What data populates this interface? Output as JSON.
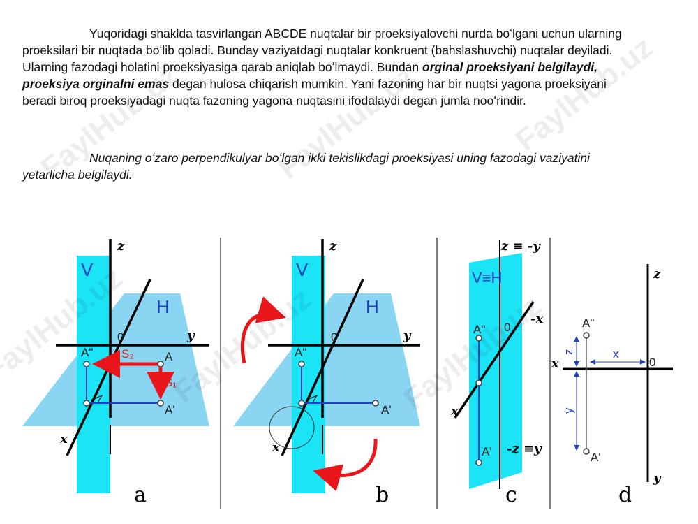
{
  "text": {
    "p1_lead": "Yuqoridagi shaklda tasvirlangan ABCDE nuqtalar bir proeksiyalovchi nurda boʻlgani uchun ularning proeksilari bir nuqtada boʻlib qoladi. Bunday vaziyatdagi nuqtalar konkruent (bahslashuvchi) nuqtalar deyiladi.  Ularning fazodagi holatini proeksiyasiga qarab aniqlab boʻlmaydi. Bundan ",
    "p1_bold": "orginal proeksiyani belgilaydi, proeksiya orginalni emas",
    "p1_tail": " degan hulosa chiqarish mumkin. Yani fazoning har bir nuqtsi yagona proeksiyani beradi biroq proeksiyadagi nuqta fazoning yagona nuqtasini ifodalaydi degan jumla nooʻrindir.",
    "p2": "Nuqaning oʻzaro perpendikulyar boʻlgan ikki tekislikdagi proeksiyasi uning fazodagi vaziyatini yetarlicha belgilaydi."
  },
  "watermark": "FaylHub.uz",
  "figures": {
    "a": {
      "label": "a",
      "plane_v": "V",
      "plane_h": "H",
      "axis_z": "z",
      "axis_y": "y",
      "axis_x": "x",
      "origin": "0",
      "pt_a2": "A\"",
      "pt_a": "A",
      "pt_a1": "A'",
      "s2": "S₂",
      "s1": "S₁"
    },
    "b": {
      "label": "b",
      "plane_v": "V",
      "plane_h": "H",
      "axis_z": "z",
      "axis_y": "y",
      "axis_x": "x",
      "origin": "0",
      "pt_a2": "A\"",
      "pt_a1": "A'"
    },
    "c": {
      "label": "c",
      "plane_vh": "V≡H",
      "axis_top": "z ≡ -y",
      "axis_neg_x": "-x",
      "axis_x": "x",
      "axis_bottom": "-z ≡y",
      "origin": "0",
      "pt_a2": "A\"",
      "pt_a1": "A'"
    },
    "d": {
      "label": "d",
      "axis_z": "z",
      "axis_x": "x",
      "axis_y": "y",
      "origin": "0",
      "pt_a2": "A\"",
      "pt_a1": "A'",
      "dim_x": "x",
      "dim_z": "z",
      "dim_y": "y"
    }
  },
  "colors": {
    "cyan": "#1ce4f7",
    "light_blue": "#8ad6f2",
    "red": "#e8161b",
    "blue": "#1f3fc2"
  }
}
